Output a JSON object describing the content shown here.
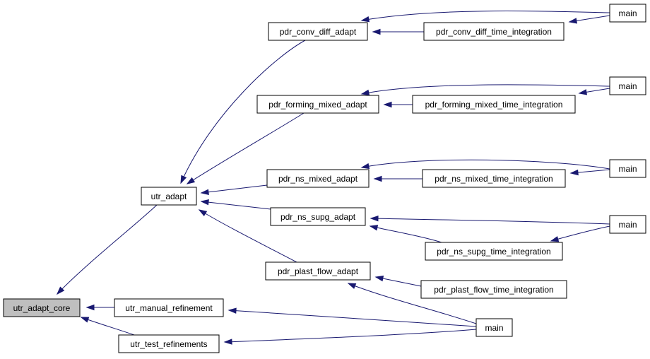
{
  "colors": {
    "edge": "#191970",
    "root_fill": "#bfbfbf",
    "node_fill": "#ffffff",
    "node_stroke": "#000000"
  },
  "nodes": {
    "utr_adapt_core": "utr_adapt_core",
    "utr_manual_refinement": "utr_manual_refinement",
    "utr_test_refinements": "utr_test_refinements",
    "utr_adapt": "utr_adapt",
    "pdr_conv_diff_adapt": "pdr_conv_diff_adapt",
    "pdr_forming_mixed_adapt": "pdr_forming_mixed_adapt",
    "pdr_ns_mixed_adapt": "pdr_ns_mixed_adapt",
    "pdr_ns_supg_adapt": "pdr_ns_supg_adapt",
    "pdr_plast_flow_adapt": "pdr_plast_flow_adapt",
    "pdr_conv_diff_time_integration": "pdr_conv_diff_time_integration",
    "pdr_forming_mixed_time_integration": "pdr_forming_mixed_time_integration",
    "pdr_ns_mixed_time_integration": "pdr_ns_mixed_time_integration",
    "pdr_ns_supg_time_integration": "pdr_ns_supg_time_integration",
    "pdr_plast_flow_time_integration": "pdr_plast_flow_time_integration",
    "main_1": "main",
    "main_2": "main",
    "main_3": "main",
    "main_4": "main",
    "main_5": "main"
  },
  "edges": [
    {
      "caller": "utr_adapt",
      "callee": "utr_adapt_core"
    },
    {
      "caller": "utr_manual_refinement",
      "callee": "utr_adapt_core"
    },
    {
      "caller": "utr_test_refinements",
      "callee": "utr_adapt_core"
    },
    {
      "caller": "pdr_conv_diff_adapt",
      "callee": "utr_adapt"
    },
    {
      "caller": "pdr_forming_mixed_adapt",
      "callee": "utr_adapt"
    },
    {
      "caller": "pdr_ns_mixed_adapt",
      "callee": "utr_adapt"
    },
    {
      "caller": "pdr_ns_supg_adapt",
      "callee": "utr_adapt"
    },
    {
      "caller": "pdr_plast_flow_adapt",
      "callee": "utr_adapt"
    },
    {
      "caller": "main_1",
      "callee": "pdr_conv_diff_adapt"
    },
    {
      "caller": "pdr_conv_diff_time_integration",
      "callee": "pdr_conv_diff_adapt"
    },
    {
      "caller": "main_1",
      "callee": "pdr_conv_diff_time_integration"
    },
    {
      "caller": "main_2",
      "callee": "pdr_forming_mixed_adapt"
    },
    {
      "caller": "pdr_forming_mixed_time_integration",
      "callee": "pdr_forming_mixed_adapt"
    },
    {
      "caller": "main_2",
      "callee": "pdr_forming_mixed_time_integration"
    },
    {
      "caller": "main_3",
      "callee": "pdr_ns_mixed_adapt"
    },
    {
      "caller": "pdr_ns_mixed_time_integration",
      "callee": "pdr_ns_mixed_adapt"
    },
    {
      "caller": "main_3",
      "callee": "pdr_ns_mixed_time_integration"
    },
    {
      "caller": "main_4",
      "callee": "pdr_ns_supg_adapt"
    },
    {
      "caller": "pdr_ns_supg_time_integration",
      "callee": "pdr_ns_supg_adapt"
    },
    {
      "caller": "main_4",
      "callee": "pdr_ns_supg_time_integration"
    },
    {
      "caller": "pdr_plast_flow_time_integration",
      "callee": "pdr_plast_flow_adapt"
    },
    {
      "caller": "main_5",
      "callee": "pdr_plast_flow_adapt"
    },
    {
      "caller": "main_5",
      "callee": "utr_manual_refinement"
    },
    {
      "caller": "main_5",
      "callee": "utr_test_refinements"
    }
  ]
}
